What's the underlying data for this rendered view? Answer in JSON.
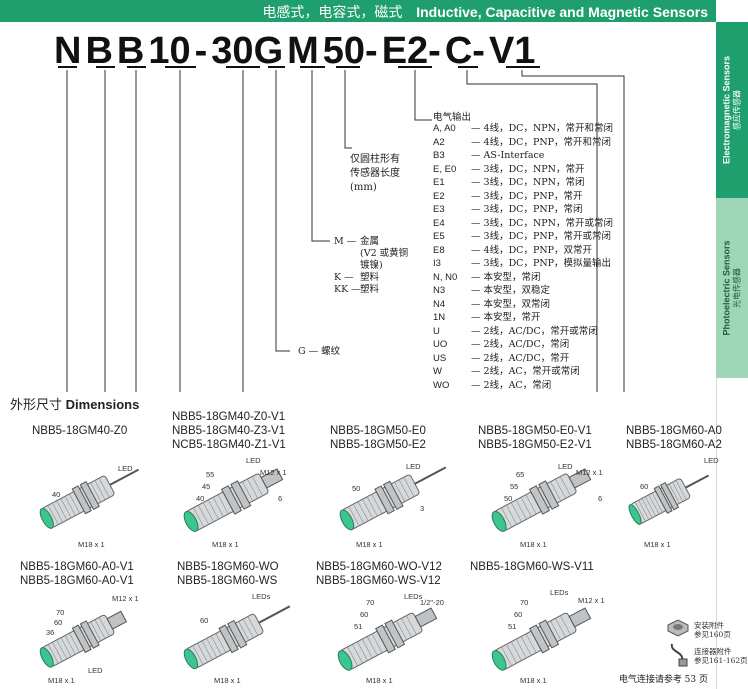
{
  "header": {
    "title_cn": "电感式，电容式，磁式",
    "title_en": "Inductive, Capacitive and Magnetic Sensors"
  },
  "side_tabs": {
    "electromagnetic_cn": "感应传感器",
    "electromagnetic_en": "Electromagnetic Sensors",
    "photoelectric_cn": "光电传感器",
    "photoelectric_en": "Photoelectric Sensors"
  },
  "code_parts": [
    "N",
    "B",
    "B",
    "10",
    "-",
    "30G",
    "M",
    "50-",
    "E2-",
    "C-",
    "V1"
  ],
  "annotations": {
    "length_label": "仅圆柱形有\n传感器长度\n(mm)",
    "housing": [
      {
        "code": "M —",
        "desc": "金属"
      },
      {
        "code": "",
        "desc": "(V2 或黄铜"
      },
      {
        "code": "",
        "desc": "镀镍)"
      },
      {
        "code": "K —",
        "desc": "塑料"
      },
      {
        "code": "KK —",
        "desc": "塑料"
      }
    ],
    "thread": "G — 螺纹",
    "output_title": "电气输出"
  },
  "output_options": [
    {
      "code": "A, A0",
      "desc": "— 4线，DC，NPN，常开和常闭"
    },
    {
      "code": "A2",
      "desc": "— 4线，DC，PNP，常开和常闭"
    },
    {
      "code": "B3",
      "desc": "— AS-Interface"
    },
    {
      "code": "E, E0",
      "desc": "— 3线，DC，NPN，常开"
    },
    {
      "code": "E1",
      "desc": "— 3线，DC，NPN，常闭"
    },
    {
      "code": "E2",
      "desc": "— 3线，DC，PNP，常开"
    },
    {
      "code": "E3",
      "desc": "— 3线，DC，PNP，常闭"
    },
    {
      "code": "E4",
      "desc": "— 3线，DC，NPN，常开或常闭"
    },
    {
      "code": "E5",
      "desc": "— 3线，DC，PNP，常开或常闭"
    },
    {
      "code": "E8",
      "desc": "— 4线，DC，PNP，双常开"
    },
    {
      "code": "I3",
      "desc": "— 3线，DC，PNP，模拟量输出"
    },
    {
      "code": "N, N0",
      "desc": "— 本安型，常闭"
    },
    {
      "code": "N3",
      "desc": "— 本安型，双稳定"
    },
    {
      "code": "N4",
      "desc": "— 本安型，双常闭"
    },
    {
      "code": "1N",
      "desc": "— 本安型，常开"
    },
    {
      "code": "U",
      "desc": "— 2线，AC/DC，常开或常闭"
    },
    {
      "code": "UO",
      "desc": "— 2线，AC/DC，常闭"
    },
    {
      "code": "US",
      "desc": "— 2线，AC/DC，常开"
    },
    {
      "code": "W",
      "desc": "— 2线，AC，常开或常闭"
    },
    {
      "code": "WO",
      "desc": "— 2线，AC，常闭"
    }
  ],
  "dimensions": {
    "title_cn": "外形尺寸",
    "title_en": "Dimensions"
  },
  "models": [
    {
      "lines": [
        "NBB5-18GM40-Z0"
      ]
    },
    {
      "lines": [
        "NBB5-18GM40-Z0-V1",
        "NBB5-18GM40-Z3-V1",
        "NCB5-18GM40-Z1-V1"
      ]
    },
    {
      "lines": [
        "NBB5-18GM50-E0",
        "NBB5-18GM50-E2"
      ]
    },
    {
      "lines": [
        "NBB5-18GM50-E0-V1",
        "NBB5-18GM50-E2-V1"
      ]
    },
    {
      "lines": [
        "NBB5-18GM60-A0",
        "NBB5-18GM60-A2"
      ]
    },
    {
      "lines": [
        "NBB5-18GM60-A0-V1",
        "NBB5-18GM60-A0-V1"
      ]
    },
    {
      "lines": [
        "NBB5-18GM60-WO",
        "NBB5-18GM60-WS"
      ]
    },
    {
      "lines": [
        "NBB5-18GM60-WO-V12",
        "NBB5-18GM60-WS-V12"
      ]
    },
    {
      "lines": [
        "NBB5-18GM60-WS-V11"
      ]
    }
  ],
  "dim_labels": {
    "led": "LED",
    "leds": "LEDs",
    "m18": "M18 x 1",
    "m12": "M12 x 1",
    "half_inch": "1/2\"-20",
    "d40": "40",
    "d45": "45",
    "d50": "50",
    "d51": "51",
    "d55": "55",
    "d60": "60",
    "d65": "65",
    "d70": "70",
    "d36": "36",
    "d3": "3",
    "d6": "6"
  },
  "accessories": {
    "mount": "安装附件\n参见160页",
    "connector": "连接器附件\n参见161-162页"
  },
  "footer": "电气连接请参考 53 页",
  "colors": {
    "brand_green": "#1f9f6e",
    "light_green": "#9fd6b8",
    "sensor_face": "#3cc58e"
  }
}
